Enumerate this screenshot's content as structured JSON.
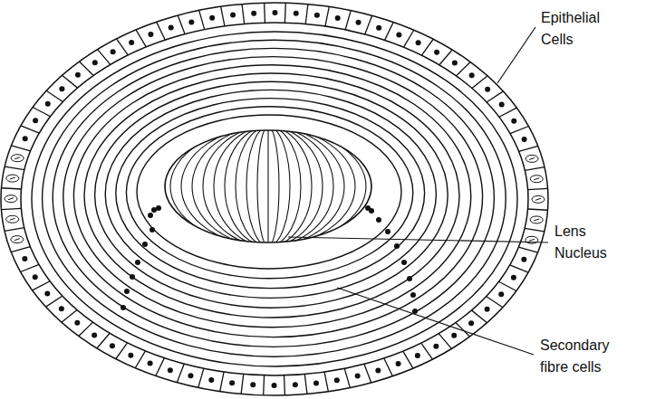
{
  "diagram": {
    "labels": [
      "Epithelial Cells",
      "Lens Nucleus",
      "Secondary fibre cells"
    ]
  }
}
